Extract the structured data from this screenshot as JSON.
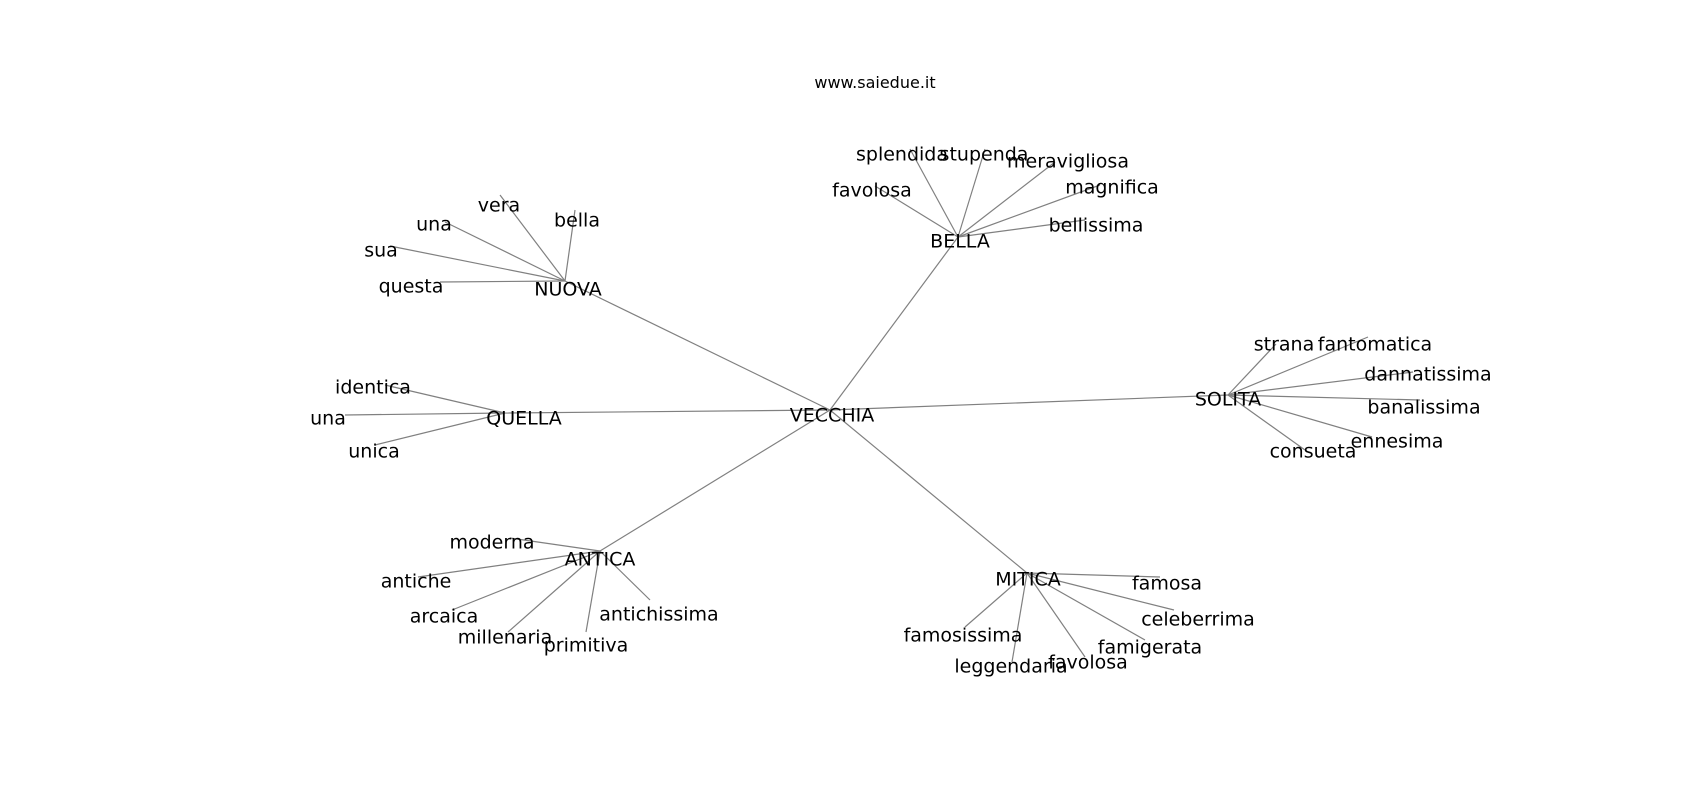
{
  "header": {
    "site": "www.saiedue.it"
  },
  "graph": {
    "center": {
      "label": "VECCHIA"
    },
    "hubs": [
      {
        "id": "nuova",
        "label": "NUOVA",
        "leaves": [
          "vera",
          "una",
          "bella",
          "sua",
          "questa"
        ]
      },
      {
        "id": "bella",
        "label": "BELLA",
        "leaves": [
          "splendida",
          "stupenda",
          "meravigliosa",
          "favolosa",
          "magnifica",
          "bellissima"
        ]
      },
      {
        "id": "quella",
        "label": "QUELLA",
        "leaves": [
          "identica",
          "una",
          "unica"
        ]
      },
      {
        "id": "solita",
        "label": "SOLITA",
        "leaves": [
          "strana",
          "fantomatica",
          "dannatissima",
          "banalissima",
          "ennesima",
          "consueta"
        ]
      },
      {
        "id": "antica",
        "label": "ANTICA",
        "leaves": [
          "moderna",
          "antiche",
          "arcaica",
          "millenaria",
          "primitiva",
          "antichissima"
        ]
      },
      {
        "id": "mitica",
        "label": "MITICA",
        "leaves": [
          "famosa",
          "celeberrima",
          "famosissima",
          "famigerata",
          "favolosa",
          "leggendaria"
        ]
      }
    ]
  }
}
